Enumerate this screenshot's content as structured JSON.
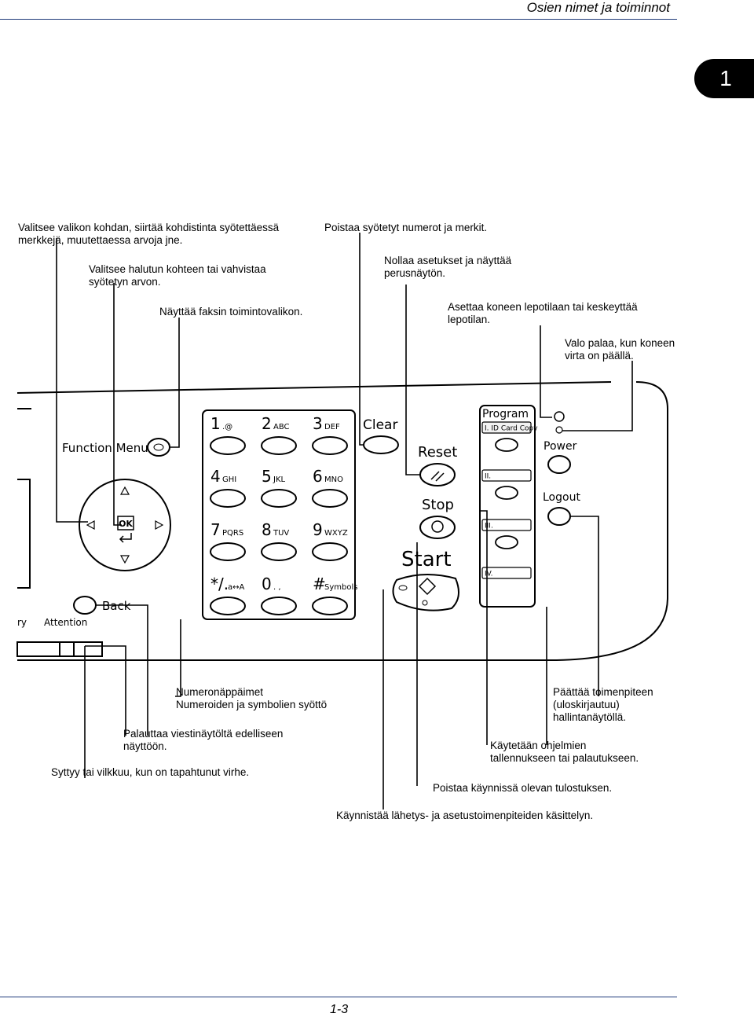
{
  "header": {
    "title": "Osien nimet ja toiminnot",
    "chapter": "1"
  },
  "annotations": {
    "select_item": "Valitsee valikon kohdan, siirtää kohdistinta syötettäessä\nmerkkejä, muutettaessa arvoja jne.",
    "confirm": "Valitsee halutun kohteen tai vahvistaa\nsyötetyn arvon.",
    "fax_menu": "Näyttää faksin toimintovalikon.",
    "clear": "Poistaa syötetyt numerot ja merkit.",
    "reset": "Nollaa asetukset ja näyttää\nperusnäytön.",
    "power": "Asettaa koneen lepotilaan tai keskeyttää\nlepotilan.",
    "power_light": "Valo palaa, kun koneen\nvirta on päällä.",
    "numeric": "Numeronäppäimet\nNumeroiden ja symbolien syöttö",
    "back": "Palauttaa viestinäytöltä edelliseen\nnäyttöön.",
    "attention": "Syttyy tai vilkkuu, kun on tapahtunut virhe.",
    "logout": "Päättää toimenpiteen\n(uloskirjautuu)\nhallintanäytöllä.",
    "program": "Käytetään ohjelmien\ntallennukseen tai palautukseen.",
    "stop": "Poistaa käynnissä olevan tulostuksen.",
    "start": "Käynnistää lähetys- ja asetustoimenpiteiden käsittelyn."
  },
  "panel": {
    "function_menu": "Function Menu",
    "ok": "OK",
    "back": "Back",
    "attention": "Attention",
    "partial_left": "ry",
    "keys": [
      {
        "digit": "1",
        "sub": ".@"
      },
      {
        "digit": "2",
        "sub": "ABC"
      },
      {
        "digit": "3",
        "sub": "DEF"
      },
      {
        "digit": "4",
        "sub": "GHI"
      },
      {
        "digit": "5",
        "sub": "JKL"
      },
      {
        "digit": "6",
        "sub": "MNO"
      },
      {
        "digit": "7",
        "sub": "PQRS"
      },
      {
        "digit": "8",
        "sub": "TUV"
      },
      {
        "digit": "9",
        "sub": "WXYZ"
      },
      {
        "digit": "*/.",
        "sub": "a↔A"
      },
      {
        "digit": "0",
        "sub": ". ,"
      },
      {
        "digit": "#",
        "sub": "Symbols"
      }
    ],
    "clear": "Clear",
    "reset": "Reset",
    "stop": "Stop",
    "start": "Start",
    "program": "Program",
    "program_slots": [
      "I. ID Card Copy",
      "II.",
      "III.",
      "IV."
    ],
    "power": "Power",
    "logout": "Logout"
  },
  "footer": {
    "page": "1-3"
  }
}
